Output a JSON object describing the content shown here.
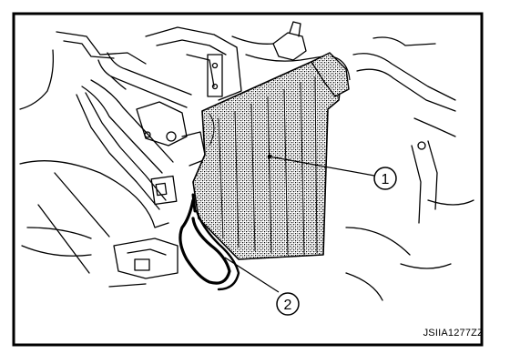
{
  "diagram": {
    "callouts": [
      {
        "id": "1",
        "label": "1"
      },
      {
        "id": "2",
        "label": "2"
      }
    ],
    "figure_code": "JSIIA1277ZZ"
  },
  "colors": {
    "line": "#000000",
    "background": "#ffffff",
    "shading": "#9a9a9a"
  }
}
